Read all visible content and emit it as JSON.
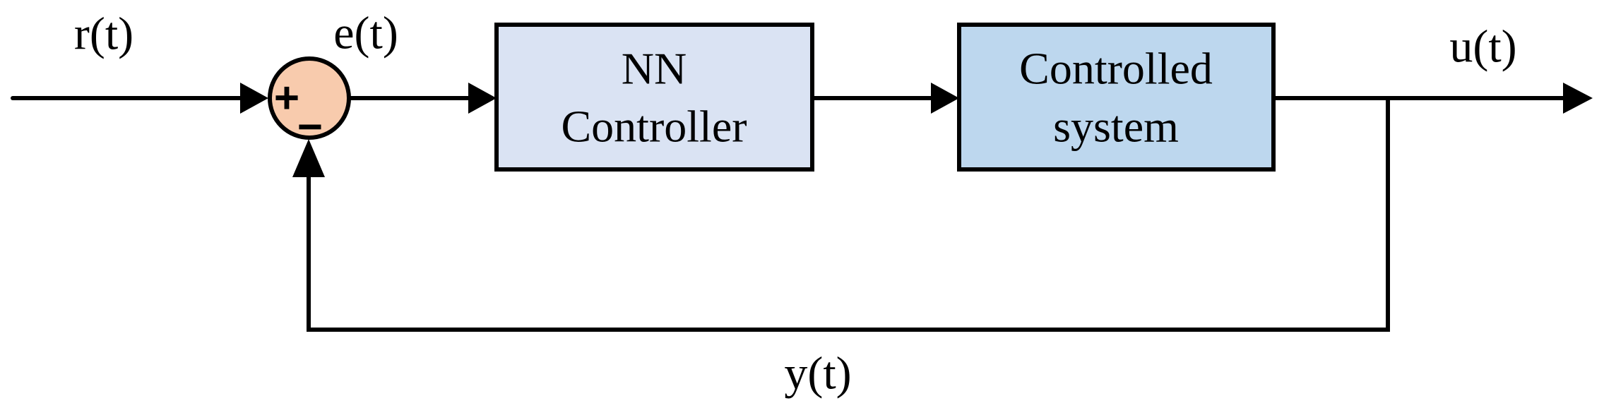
{
  "figure": {
    "type": "feedback-control-block-diagram",
    "background_color": "#FFFFFF",
    "line_color": "#000000",
    "signals": {
      "reference_label": "r(t)",
      "error_label": "e(t)",
      "control_label": "u(t)",
      "feedback_label": "y(t)"
    },
    "summing_junction": {
      "plus_sign": "+",
      "minus_sign": "−",
      "fill_color": "#F8CBAD"
    },
    "blocks": {
      "controller": {
        "line1": "NN",
        "line2": "Controller",
        "fill_color": "#DAE3F3"
      },
      "plant": {
        "line1": "Controlled",
        "line2": "system",
        "fill_color": "#BDD7EE"
      }
    }
  }
}
